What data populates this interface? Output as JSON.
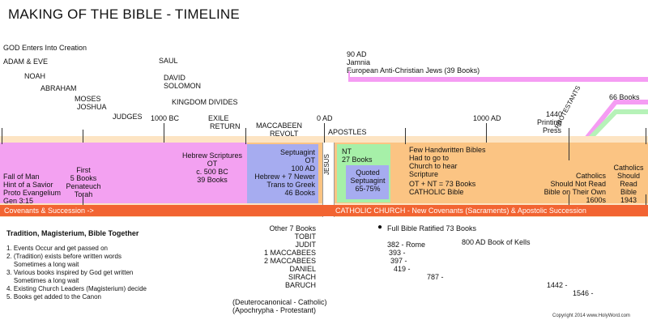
{
  "title": "MAKING OF THE BIBLE - TIMELINE",
  "top_labels": {
    "god_enters": "GOD Enters Into Creation",
    "adam_eve": "ADAM & EVE",
    "noah": "NOAH",
    "abraham": "ABRAHAM",
    "moses": "MOSES",
    "joshua": "JOSHUA",
    "judges": "JUDGES",
    "bc1000": "1000 BC",
    "saul": "SAUL",
    "david": "DAVID",
    "solomon": "SOLOMON",
    "kingdom_divides": "KINGDOM DIVIDES",
    "exile": "EXILE",
    "return": "RETURN",
    "maccabeen": "MACCABEEN",
    "revolt": "REVOLT",
    "ad0": "0 AD",
    "apostles": "APOSTLES",
    "ad1000": "1000 AD",
    "y1440": "1440",
    "printing": "Printing",
    "press": "Press",
    "ad90": "90 AD",
    "jamnia": "Jamnia",
    "jews": "European Anti-Christian Jews (39 Books)",
    "books66": "66 Books",
    "protestants": "PROTESTANTS"
  },
  "band_text": {
    "fall": "Fall of Man\nHint of a Savior\nProto Evangelium\nGen 3:15",
    "first5": "First\n5 Books\nPenateuch\nTorah",
    "hebrew": "Hebrew Scriptures\nOT\nc. 500 BC\n39 Books",
    "septuagint": "Septuagint\nOT\n100 AD\nHebrew + 7 Newer\nTrans to Greek\n46 Books",
    "jesus": "JESUS",
    "nt": "NT\n27 Books",
    "quoted": "Quoted\nSeptuagint\n65-75%",
    "handwritten": "Few Handwritten Bibles\nHad to go to\nChurch to hear\nScripture",
    "otnt": "OT + NT = 73 Books\nCATHOLIC Bible",
    "cath_not_read": "Catholics\nShould Not Read\nBible on Their Own\n1600s",
    "cath_read": "Catholics\nShould\nRead\nBible\n1943",
    "covenants": "Covenants & Succession ->",
    "catholic_church": "CATHOLIC CHURCH - New Covenants (Sacraments) & Apostolic Succession"
  },
  "tradition": {
    "heading": "Tradition, Magisterium, Bible Together",
    "items": [
      "1. Events Occur and get passed on",
      "2. (Tradition) exists before written words",
      "    Sometimes a long wait",
      "3. Various books inspired by God get written",
      "    Sometimes a long wait",
      "4. Existing Church Leaders (Magisterium) decide",
      "5. Books get added to the Canon"
    ]
  },
  "deutero": {
    "books": [
      "Other 7 Books",
      "TOBIT",
      "JUDIT",
      "1 MACCABEES",
      "2 MACCABEES",
      "DANIEL",
      "SIRACH",
      "BARUCH"
    ],
    "note1": "(Deuterocanonical - Catholic)",
    "note2": "(Apochrypha - Protestant)"
  },
  "events": {
    "ratified": "Full Bible Ratified 73 Books",
    "y382": "382 - Rome",
    "y393": "393 -",
    "y397": "397 -",
    "y419": "419 -",
    "y787": "787 -",
    "kells": "800 AD Book of Kells",
    "y1442": "1442 -",
    "y1546": "1546 -"
  },
  "copyright": "Copyright 2014 www.HolyWord.com",
  "colors": {
    "orange_band": "#fbc483",
    "pink": "#f3a1f1",
    "blue": "#a6acf0",
    "green": "#a6f0a8",
    "red_bar": "#f26432",
    "magenta_line": "#f59cf3",
    "green_line": "#b6f2b8",
    "light_orange": "#fde4c3"
  }
}
